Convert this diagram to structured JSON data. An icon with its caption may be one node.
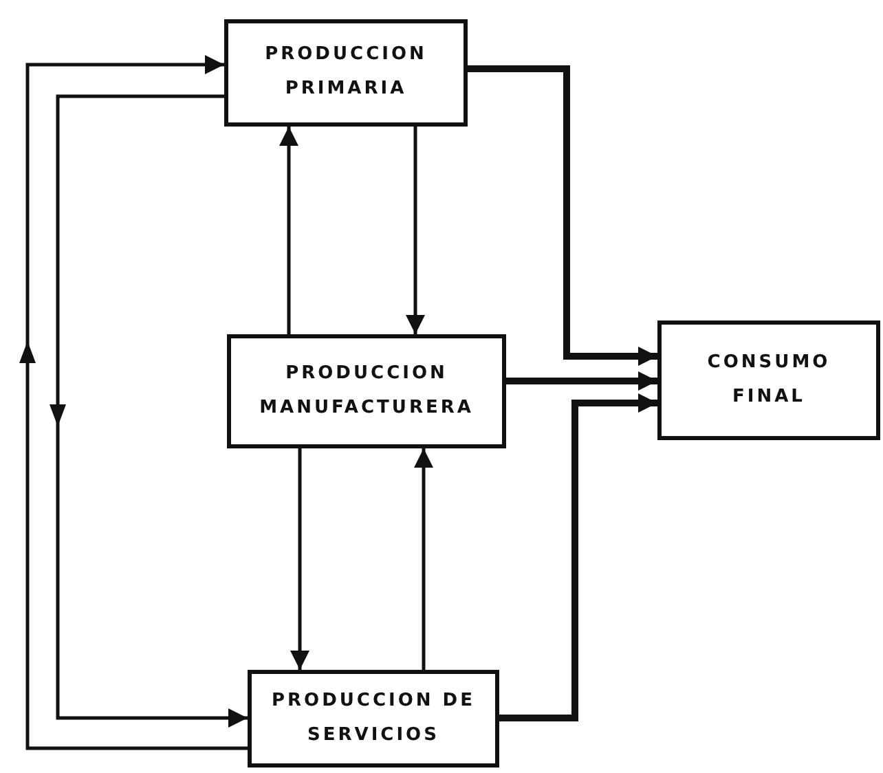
{
  "diagram": {
    "nodes": [
      {
        "text": [
          "PRODUCCION PRIMARIA"
        ]
      },
      {
        "text": [
          "PRODUCCION MANUFACTURERA"
        ]
      },
      {
        "text": [
          "CONSUMO FINAL"
        ]
      },
      {
        "text": [
          "PRODUCCION DE SERVICIOS"
        ]
      }
    ],
    "edges": [
      {
        "from": 0,
        "to": 2,
        "arrow": "to",
        "style": "thick"
      },
      {
        "from": 1,
        "to": 2,
        "arrow": "to",
        "style": "thick"
      },
      {
        "from": 3,
        "to": 2,
        "arrow": "to",
        "style": "thick"
      },
      {
        "from": 1,
        "to": 0,
        "arrow": "to"
      },
      {
        "from": 0,
        "to": 1,
        "arrow": "to"
      },
      {
        "from": 1,
        "to": 3,
        "arrow": "to"
      },
      {
        "from": 3,
        "to": 1,
        "arrow": "to"
      },
      {
        "from": 3,
        "to": 0,
        "arrow": "to"
      },
      {
        "from": 0,
        "to": 3,
        "arrow": "to"
      }
    ]
  }
}
